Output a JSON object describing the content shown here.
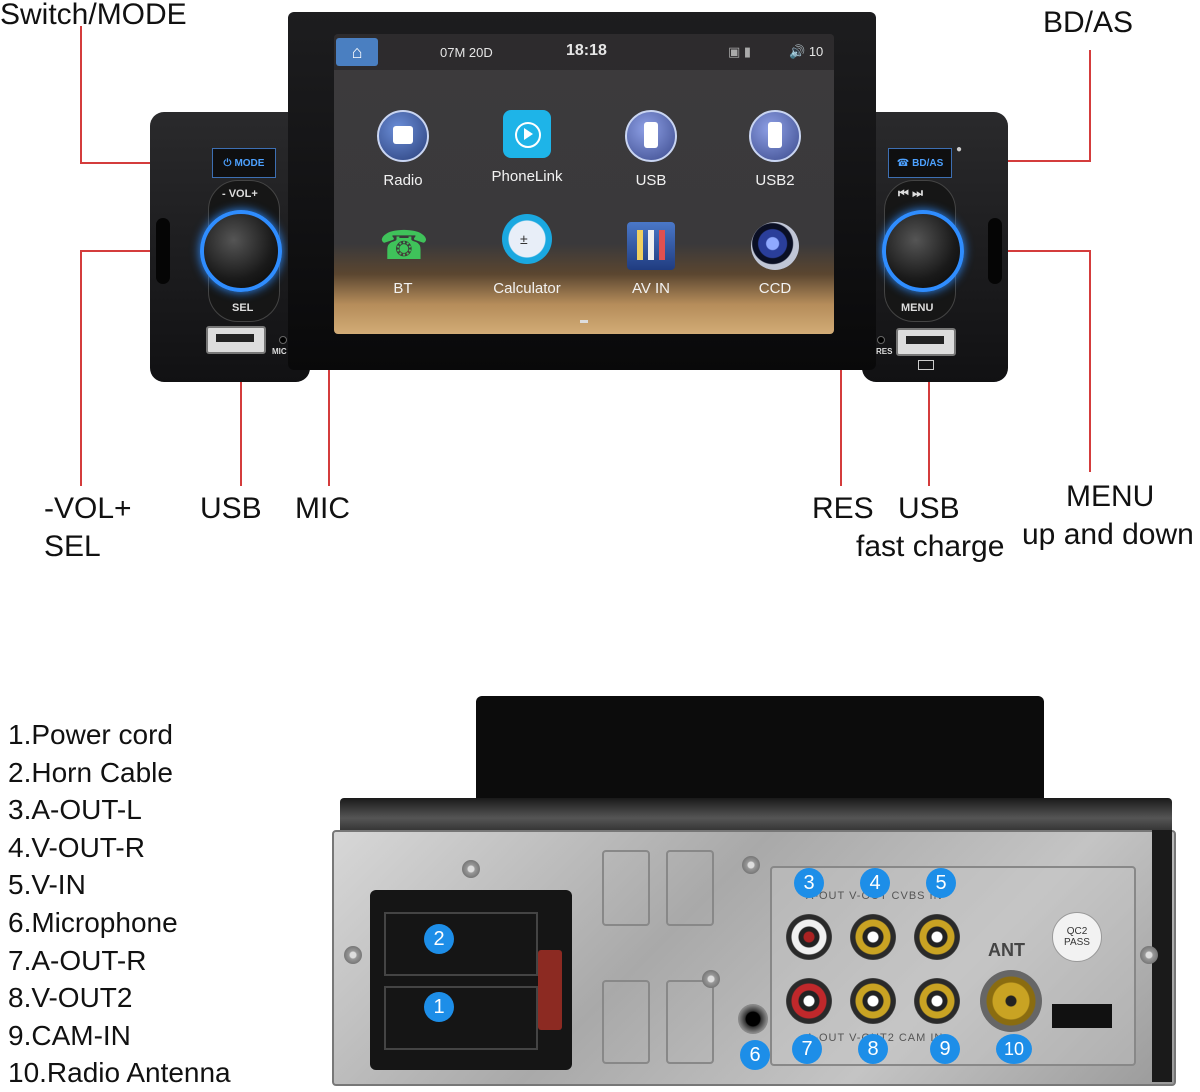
{
  "callouts": {
    "switch_mode": "Switch/MODE",
    "bd_as": "BD/AS",
    "vol": "-VOL+",
    "sel": "SEL",
    "usb": "USB",
    "mic": "MIC",
    "res": "RES",
    "usb_fast": "USB",
    "fast_charge": "fast charge",
    "menu": "MENU",
    "up_down": "up and down"
  },
  "device": {
    "mode_button": "MODE",
    "bd_as_button": "BD/AS",
    "vol_label": "- VOL+",
    "sel_label": "SEL",
    "menu_label": "MENU",
    "mic_small": "MIC",
    "res_small": "RES"
  },
  "screen": {
    "date": "07M 20D",
    "time": "18:18",
    "volume": "10",
    "apps": [
      {
        "label": "Radio",
        "icon": "radio-icon"
      },
      {
        "label": "PhoneLink",
        "icon": "phonelink-icon"
      },
      {
        "label": "USB",
        "icon": "usb-icon"
      },
      {
        "label": "USB2",
        "icon": "usb2-icon"
      },
      {
        "label": "BT",
        "icon": "phone-icon"
      },
      {
        "label": "Calculator",
        "icon": "calculator-icon"
      },
      {
        "label": "AV IN",
        "icon": "av-in-icon"
      },
      {
        "label": "CCD",
        "icon": "camera-icon"
      }
    ]
  },
  "legend": [
    "1.Power cord",
    "2.Horn Cable",
    "3.A-OUT-L",
    "4.V-OUT-R",
    "5.V-IN",
    "6.Microphone",
    "7.A-OUT-R",
    "8.V-OUT2",
    "9.CAM-IN",
    "10.Radio Antenna"
  ],
  "back_panel": {
    "badges": [
      "1",
      "2",
      "3",
      "4",
      "5",
      "6",
      "7",
      "8",
      "9",
      "10"
    ],
    "top_row_label": "A-OUT V-OUT CVBS IN",
    "bottom_row_label": "A-OUT V-OUT2 CAM IN",
    "ant_label": "ANT",
    "qc_label": "QC2 PASS"
  },
  "colors": {
    "leader": "#d43c3c",
    "knob_glow": "#2f8dff",
    "badge": "#1d8ee8"
  }
}
